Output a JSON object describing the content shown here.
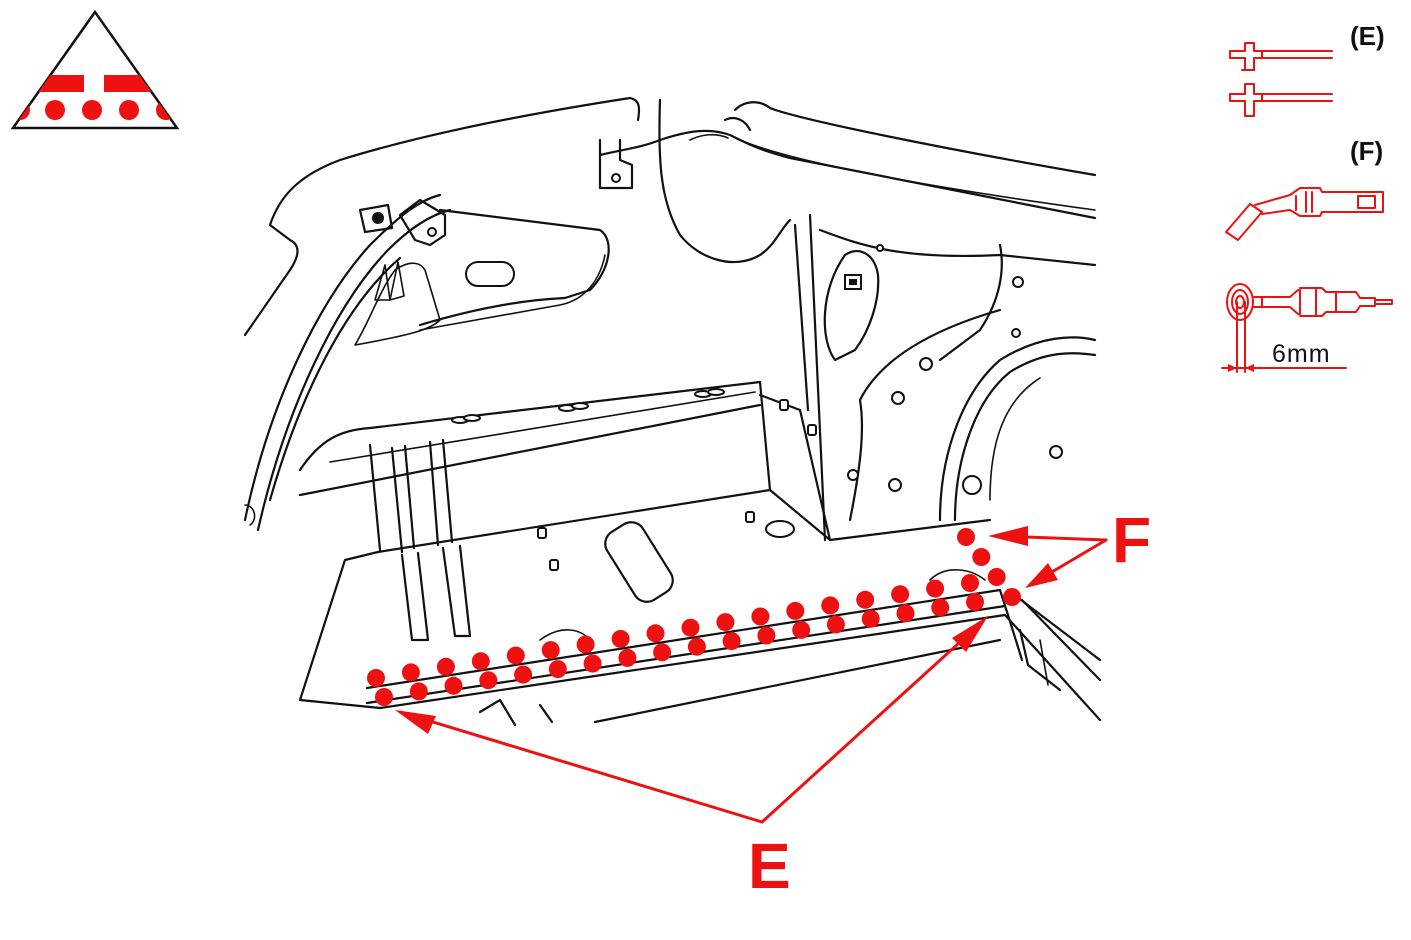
{
  "callouts": {
    "e": "E",
    "f": "F"
  },
  "legend": {
    "e_label": "(E)",
    "f_label": "(F)",
    "dimension": "6mm"
  },
  "icons": {
    "weld_symbol": "spot-weld-triangle-icon",
    "e_tool": "double-spot-weld-electrodes-icon",
    "f_tool": "weld-gun-tip-icon",
    "f_tool_side": "weld-electrode-6mm-icon"
  },
  "colors": {
    "accent": "#ee1111",
    "line": "#111111",
    "background": "#ffffff"
  }
}
